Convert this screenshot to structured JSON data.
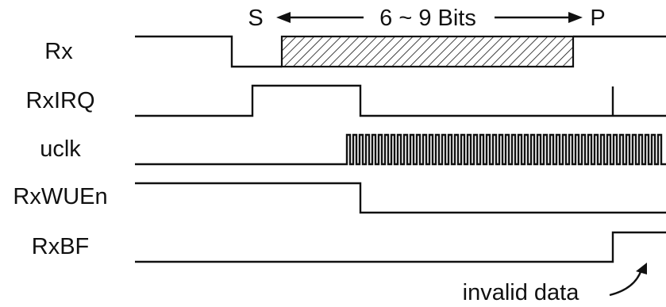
{
  "diagram": {
    "type": "timing-diagram",
    "signals": [
      {
        "id": "rx",
        "name": "Rx"
      },
      {
        "id": "rxirq",
        "name": "RxIRQ"
      },
      {
        "id": "uclk",
        "name": "uclk"
      },
      {
        "id": "rxwuen",
        "name": "RxWUEn"
      },
      {
        "id": "rxbf",
        "name": "RxBF"
      }
    ],
    "markers": {
      "start": "S",
      "stop": "P",
      "span_label": "6 ~ 9 Bits"
    },
    "annotation": "invalid data",
    "colors": {
      "line": "#111111",
      "background": "#ffffff"
    }
  }
}
